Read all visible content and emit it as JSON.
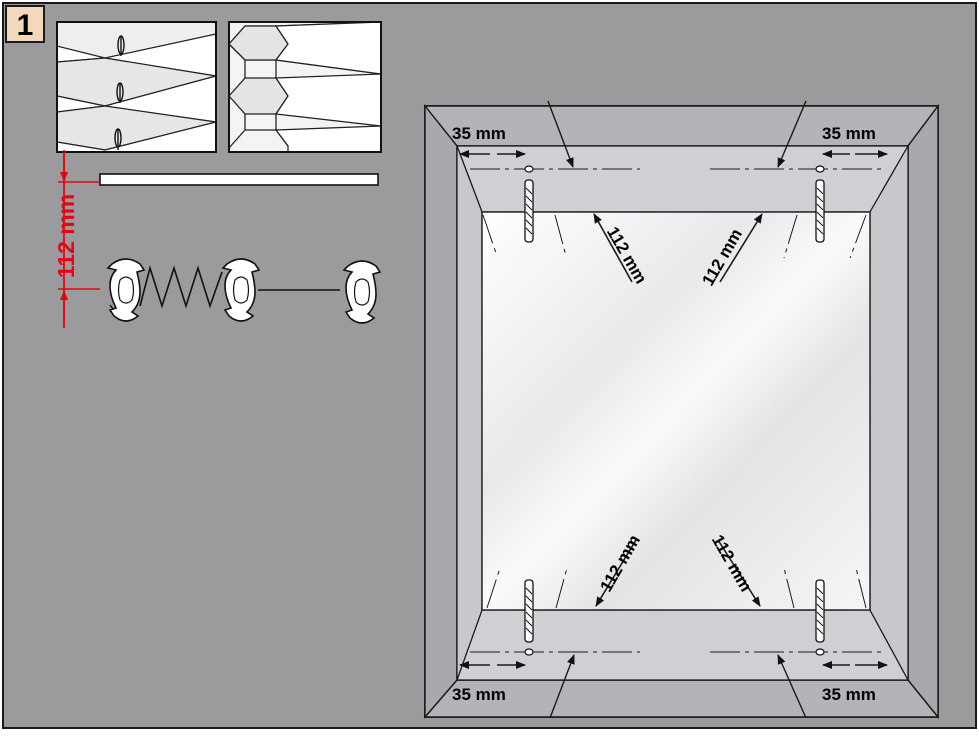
{
  "step": {
    "number": "1"
  },
  "pleat": {
    "spacing_label": "112 mm",
    "spacing_value_mm": 112
  },
  "window": {
    "edge_offset_label": "35 mm",
    "edge_offset_value_mm": 35,
    "depth_label": "112 mm",
    "depth_value_mm": 112
  },
  "colors": {
    "background": "#9b9b9d",
    "frame": "#c2c3c6",
    "recess": "#d6d7da",
    "glass": "#f1f1f3",
    "dimension_red": "#e30613",
    "step_badge": "#f4d8bb"
  }
}
